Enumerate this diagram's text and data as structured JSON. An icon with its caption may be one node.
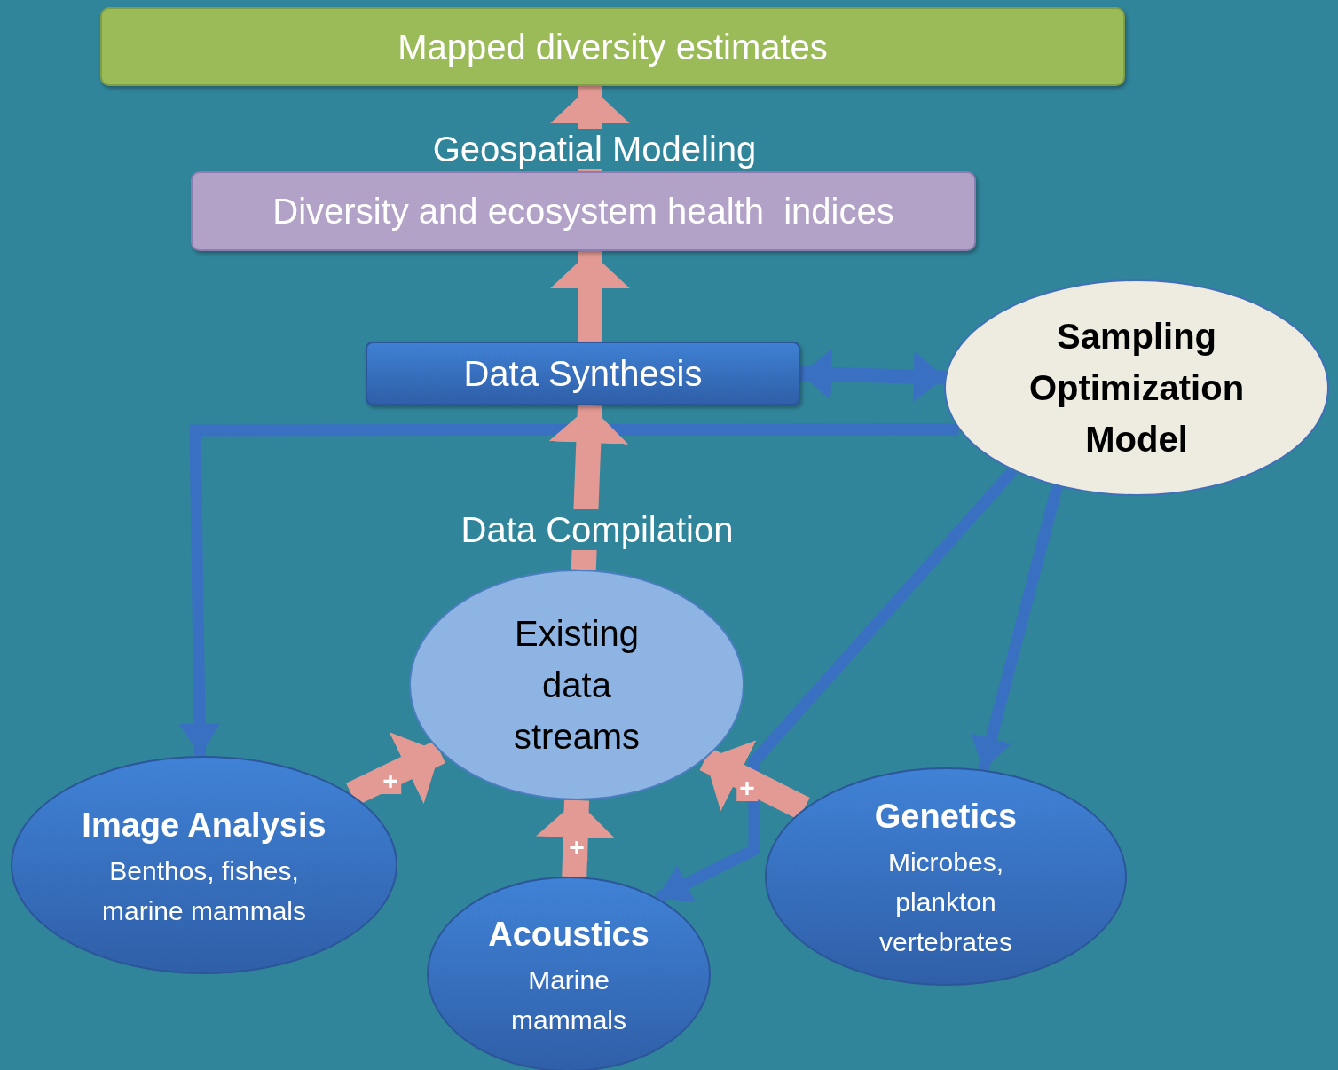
{
  "diagram": {
    "nodes": [
      {
        "text": [
          "Mapped diversity estimates"
        ]
      },
      {
        "text": [
          "Diversity and ecosystem health  indices"
        ]
      },
      {
        "text": [
          "Data Synthesis"
        ]
      },
      {
        "text": [
          "Sampling Optimization Model"
        ]
      },
      {
        "text": [
          "Existing data streams"
        ]
      },
      {
        "text": [
          "Image Analysis",
          "Benthos, fishes, marine mammals"
        ]
      },
      {
        "text": [
          "Acoustics",
          "Marine mammals"
        ]
      },
      {
        "text": [
          "Genetics",
          "Microbes, plankton vertebrates"
        ]
      }
    ],
    "edges": [
      {
        "from": 1,
        "to": 0,
        "arrow": "to",
        "label": "Geospatial Modeling"
      },
      {
        "from": 2,
        "to": 1,
        "arrow": "to"
      },
      {
        "from": 4,
        "to": 2,
        "arrow": "to",
        "label": "Data Compilation"
      },
      {
        "from": 2,
        "to": 3,
        "arrow": "both",
        "color": "#3a70c2"
      },
      {
        "from": 3,
        "to": 5,
        "arrow": "to",
        "color": "#3a70c2"
      },
      {
        "from": 3,
        "to": 6,
        "arrow": "to",
        "color": "#3a70c2"
      },
      {
        "from": 3,
        "to": 7,
        "arrow": "to",
        "color": "#3a70c2"
      },
      {
        "from": 5,
        "to": 4,
        "arrow": "to",
        "label": "+"
      },
      {
        "from": 6,
        "to": 4,
        "arrow": "to",
        "label": "+"
      },
      {
        "from": 7,
        "to": 4,
        "arrow": "to",
        "label": "+"
      }
    ]
  }
}
